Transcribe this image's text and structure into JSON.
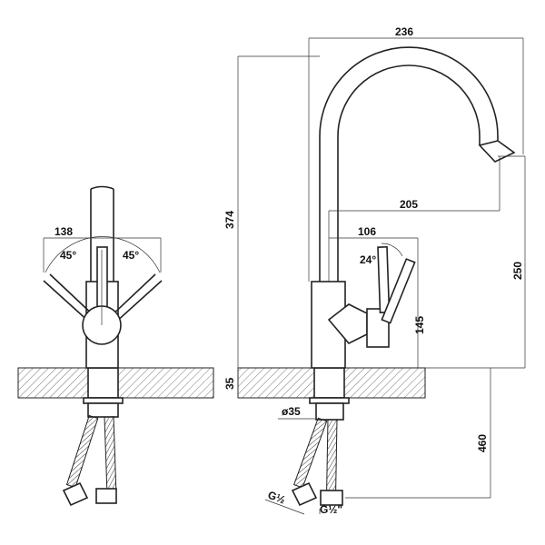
{
  "front_view": {
    "width_label": "138",
    "angle_left": "45°",
    "angle_right": "45°"
  },
  "side_view": {
    "reach_total": "236",
    "reach_spout": "205",
    "handle_reach": "106",
    "handle_angle": "24°",
    "height_total": "374",
    "spout_height": "250",
    "handle_height": "145",
    "counter_thickness": "35",
    "hole_diameter": "ø35",
    "hose_length": "460",
    "thread_left": "G½",
    "thread_right": "G½\""
  }
}
